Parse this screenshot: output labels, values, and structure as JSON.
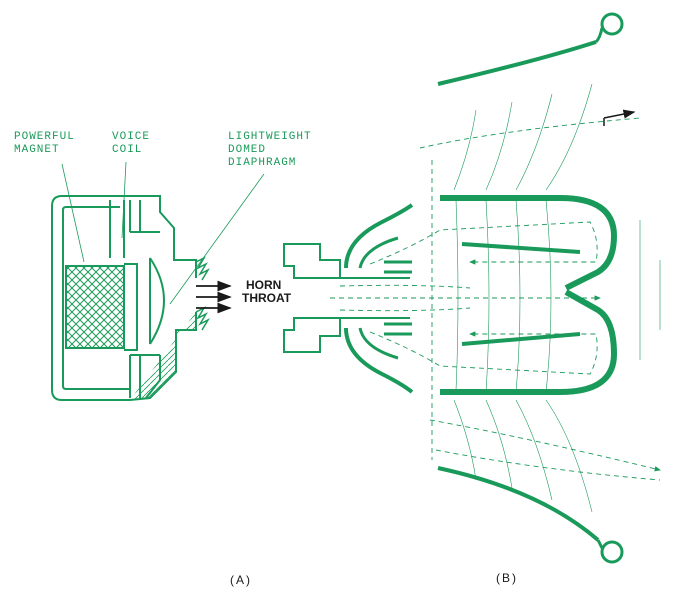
{
  "colors": {
    "accent": "#1a9a5a",
    "ink": "#1a1a1a",
    "background": "#ffffff"
  },
  "labels": {
    "powerful_magnet": [
      "POWERFUL",
      "MAGNET"
    ],
    "voice_coil": [
      "VOICE",
      "COIL"
    ],
    "diaphragm": [
      "LIGHTWEIGHT",
      "DOMED",
      "DIAPHRAGM"
    ],
    "horn_throat": [
      "HORN",
      "THROAT"
    ],
    "caption_a": "(A)",
    "caption_b": "(B)"
  }
}
